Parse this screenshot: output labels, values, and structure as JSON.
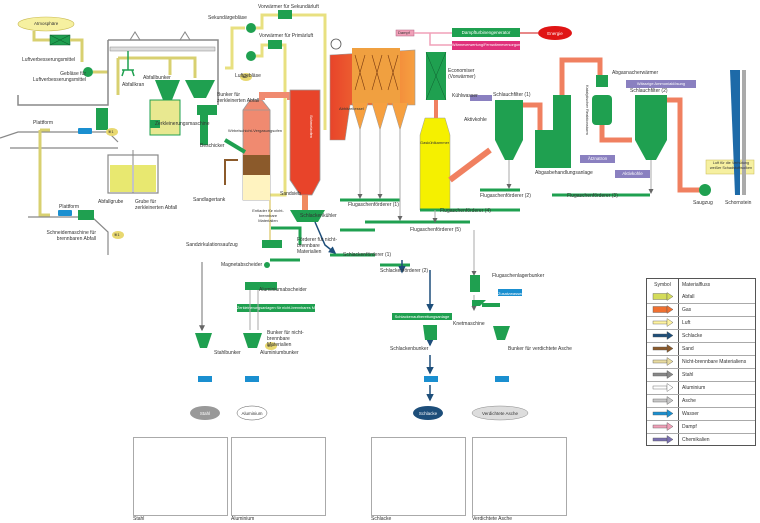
{
  "title": "Müllverbrennungsanlage – Prozessfluss",
  "labels": {
    "atmosphaere": "Atmosphäre",
    "luftverbesserungsmittel": "Luftverbesserungsmittel",
    "geblaese_luftverbesserung": "Gebläse für Luftverbesserungsmittel",
    "abfallkran": "Abfallkran",
    "abfallbunker": "Abfallbunker",
    "bunker_zerkleinert": "Bunker für zerkleinerten Abfall",
    "zerkleinerungsmaschine": "Zerkleinerungsmaschine",
    "plattform1": "Plattform",
    "plattform2": "Plattform",
    "abfallgrube": "Abfallgrube",
    "grube_zerkleinert": "Grube für zerkleinerten Abfall",
    "schneidemaschine": "Schneidemaschine für brennbaren Abfall",
    "sekundaergeblaese": "Sekundärgebläse",
    "vorwaermer_sekundaer": "Vorwärmer für Sekundärluft",
    "vorwaermer_primaer": "Vorwärmer für Primärluft",
    "luftgeblaese": "Luftgebläse",
    "wirbelschicht": "Wirbelschicht-Vergasungsofen",
    "beschicker": "Beschicker",
    "sandlagertank": "Sandlagertank",
    "entlader": "Entlader für nicht-brennbare Materialien",
    "sandsieb": "Sandsieb",
    "sandzirkulation": "Sandzirkulationsaufzug",
    "schmelzofen": "Schmelzofen",
    "abhitzekessel": "Abhitzekessel",
    "schlackenkuehler": "Schlackenkühler",
    "dampf": "Dampf",
    "dampfturbine": "Dampfturbinengenerator",
    "energie": "Energie",
    "verkauf": "Wärmeverwertung/Fernwärmeversorgung",
    "economiser": "Economiser (Vorwärmer)",
    "kuehlwasser": "Kühlwasser",
    "aktivkohle1": "Aktivkohle",
    "gaskuehlkammer": "Gaskühlkammer",
    "schlauchfilter1": "Schlauchfilter (1)",
    "schlauchfilter2": "Schlauchfilter (2)",
    "abgasbehandlung": "Abgasbehandlungsanlage",
    "natron": "Ätznatron",
    "aktivkohle2": "Aktivkohle",
    "abgaswaermer": "Abgasnacherwärmer",
    "katalytisch": "Katalytischer Reaktionsturm",
    "ammoniak": "Wässrige Ammoniaklösung",
    "luft_kuehlung": "Luft für die Verhütung weißer Schadstoffwolken",
    "saugzug": "Saugzug",
    "schornstein": "Schornstein",
    "flug1": "Flugaschenförderer (1)",
    "flug2": "Flugaschenförderer (2)",
    "flug3": "Flugaschenförderer (3)",
    "flug4": "Flugaschenförderer (4)",
    "flug5": "Flugaschenförderer (5)",
    "foerderer_nb": "Förderer für nicht-brennbare Materialien",
    "schlacke_f1": "Schlackenförderer (1)",
    "schlacke_f2": "Schlackenförderer (2)",
    "magnet": "Magnetabscheider",
    "alu_abscheider": "Aluminiumabscheider",
    "zerkleinerung_nb": "Zerkleinerungsanlagen für nicht-brennbares Material",
    "bunker_nb": "Bunker für nicht-brennbare Materialien",
    "stahlbunker": "Stahlbunker",
    "alubunker": "Aluminiumbunker",
    "flugasche_lager": "Flugaschenlagerbunker",
    "zusatzwasser": "Zusatzwasser",
    "knetmaschine": "Knetmaschine",
    "schlacken_aufbereitung": "Schlackenaufbereitungsanlage",
    "schlackenbunker": "Schlackenbunker",
    "bunker_asche": "Bunker für verdichtete Asche",
    "ref1": "※1",
    "ref2": "※2"
  },
  "outputs": {
    "stahl": "Stahl",
    "aluminium": "Aluminium",
    "schlacke": "Schlacke",
    "asche": "Verdichtete Asche"
  },
  "photos": [
    {
      "caption": "Stahl"
    },
    {
      "caption": "Aluminium"
    },
    {
      "caption": "Schlacke"
    },
    {
      "caption": "Verdichtete Asche"
    }
  ],
  "legend": {
    "header_symbol": "Symbol",
    "header_flow": "Materialfluss",
    "items": [
      {
        "label": "Abfall",
        "color": "#d4dc5a"
      },
      {
        "label": "Gas",
        "color": "#f07030"
      },
      {
        "label": "Luft",
        "color": "#fff3a0"
      },
      {
        "label": "Schlacke",
        "color": "#1d4e7a"
      },
      {
        "label": "Sand",
        "color": "#8b5a2b"
      },
      {
        "label": "Nicht-brennbare Materialiens",
        "color": "#e9dca0"
      },
      {
        "label": "Stahl",
        "color": "#888888"
      },
      {
        "label": "Aluminium",
        "color": "#ffffff"
      },
      {
        "label": "Asche",
        "color": "#c8c8c8"
      },
      {
        "label": "Wasser",
        "color": "#1a8fd0"
      },
      {
        "label": "Dampf",
        "color": "#f0a0b8"
      },
      {
        "label": "Chemikalien",
        "color": "#7a70b0"
      }
    ]
  },
  "colors": {
    "equipment": "#1fa050",
    "gas_pipe": "#f08060",
    "furnace": "#e8442a",
    "boiler": "#f08a3a",
    "chemical": "#8a80c0",
    "slag": "#1d4e7a",
    "yellow": "#f5f000"
  }
}
